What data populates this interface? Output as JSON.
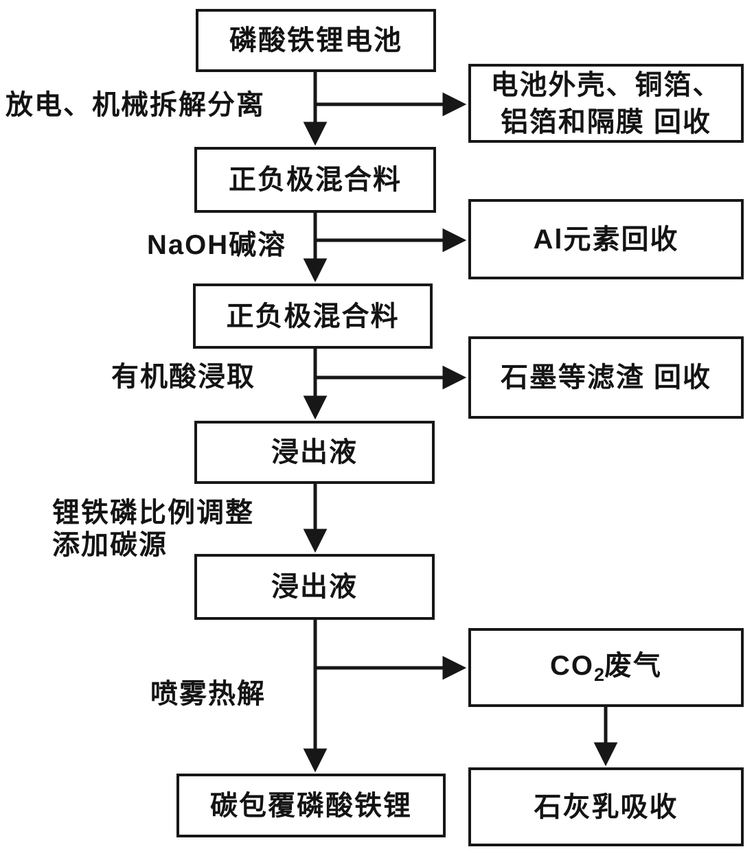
{
  "figure": {
    "type": "flowchart",
    "background_color": "#ffffff",
    "line_color": "#171717",
    "description_domain": "LiFePO4 battery recycling process flow diagram"
  },
  "nodes": {
    "battery": {
      "label": "磷酸铁锂电池"
    },
    "casing_recovery": {
      "line1": "电池外壳、铜箔、",
      "line2": "铝箔和隔膜 回收"
    },
    "electrode_mix_1": {
      "label": "正负极混合料"
    },
    "al_recovery": {
      "label": "Al元素回收"
    },
    "electrode_mix_2": {
      "label": "正负极混合料"
    },
    "graphite_recovery": {
      "label": "石墨等滤渣 回收"
    },
    "leachate_1": {
      "label": "浸出液"
    },
    "leachate_2": {
      "label": "浸出液"
    },
    "co2_waste_gas": {
      "prefix": "CO",
      "sub": "2",
      "suffix": "废气"
    },
    "carbon_coated_lfp": {
      "label": "碳包覆磷酸铁锂"
    },
    "lime_absorption": {
      "label": "石灰乳吸收"
    }
  },
  "edge_labels": {
    "discharge_disassembly": "放电、机械拆解分离",
    "naoh_alkali": "NaOH碱溶",
    "organic_acid_leach": "有机酸浸取",
    "ratio_adjust_line1": "锂铁磷比例调整",
    "ratio_adjust_line2": "添加碳源",
    "spray_pyrolysis": "喷雾热解"
  }
}
